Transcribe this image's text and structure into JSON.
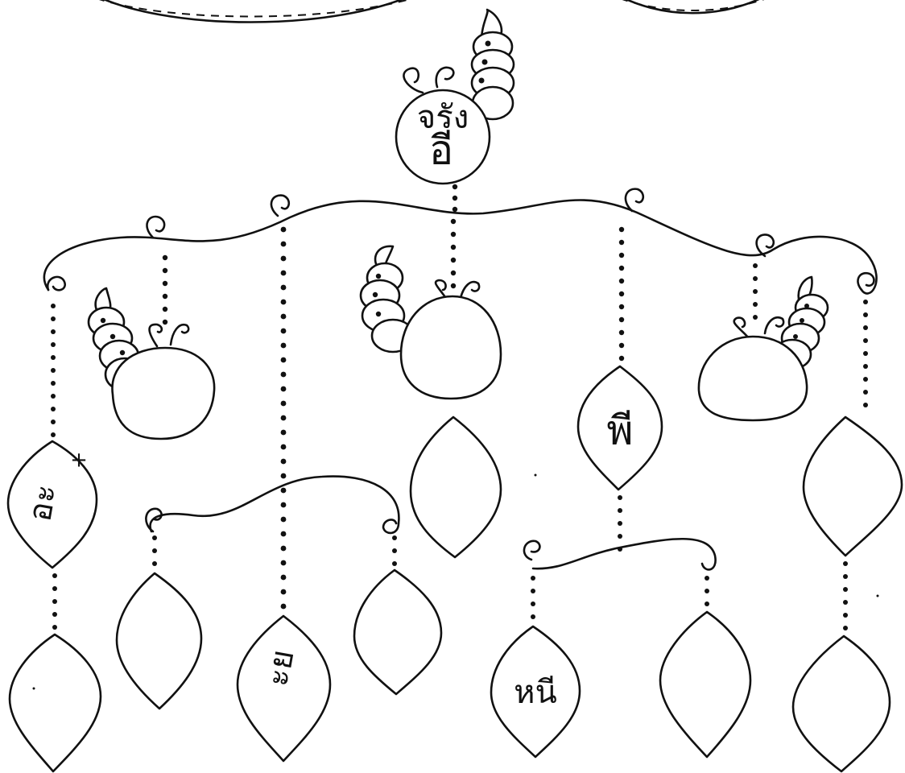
{
  "labels": {
    "caterpillar_top_line1": "จรัง",
    "caterpillar_top_line2": "อี",
    "leaf_left": "อะ",
    "leaf_left_mark": "+",
    "leaf_center_bottom": "ะย",
    "leaf_right_middle": "พี",
    "leaf_bottom_right": "หนี"
  },
  "colors": {
    "ink": "#111111",
    "paper": "#ffffff"
  }
}
